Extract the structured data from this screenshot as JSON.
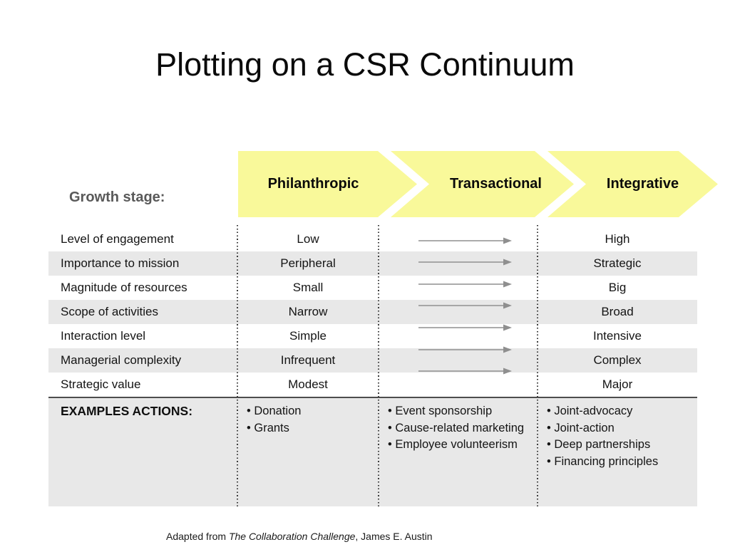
{
  "slide": {
    "title": "Plotting on a CSR Continuum",
    "growth_stage_label": "Growth stage:",
    "stages": [
      "Philanthropic",
      "Transactional",
      "Integrative"
    ],
    "rows": [
      {
        "label": "Level of engagement",
        "philanthropic": "Low",
        "integrative": "High"
      },
      {
        "label": "Importance to mission",
        "philanthropic": "Peripheral",
        "integrative": "Strategic"
      },
      {
        "label": "Magnitude of resources",
        "philanthropic": "Small",
        "integrative": "Big"
      },
      {
        "label": "Scope of activities",
        "philanthropic": "Narrow",
        "integrative": "Broad"
      },
      {
        "label": "Interaction level",
        "philanthropic": "Simple",
        "integrative": "Intensive"
      },
      {
        "label": "Managerial complexity",
        "philanthropic": "Infrequent",
        "integrative": "Complex"
      },
      {
        "label": "Strategic value",
        "philanthropic": "Modest",
        "integrative": "Major"
      }
    ],
    "examples": {
      "heading": "EXAMPLES ACTIONS:",
      "philanthropic": [
        "Donation",
        "Grants"
      ],
      "transactional": [
        "Event sponsorship",
        "Cause-related marketing",
        "Employee volunteerism"
      ],
      "integrative": [
        "Joint-advocacy",
        "Joint-action",
        "Deep partnerships",
        "Financing principles"
      ]
    },
    "footer": {
      "prefix": "Adapted from ",
      "italic_title": "The Collaboration Challenge",
      "suffix": ", James E. Austin"
    },
    "colors": {
      "stage_arrow_fill": "#F9F99A",
      "row_stripe": "#E8E8E8",
      "growth_label_text": "#595959",
      "trend_arrow": "#8f8f8f",
      "divider_dots": "#3d3d3d",
      "examples_border": "#4d4d4d"
    }
  }
}
